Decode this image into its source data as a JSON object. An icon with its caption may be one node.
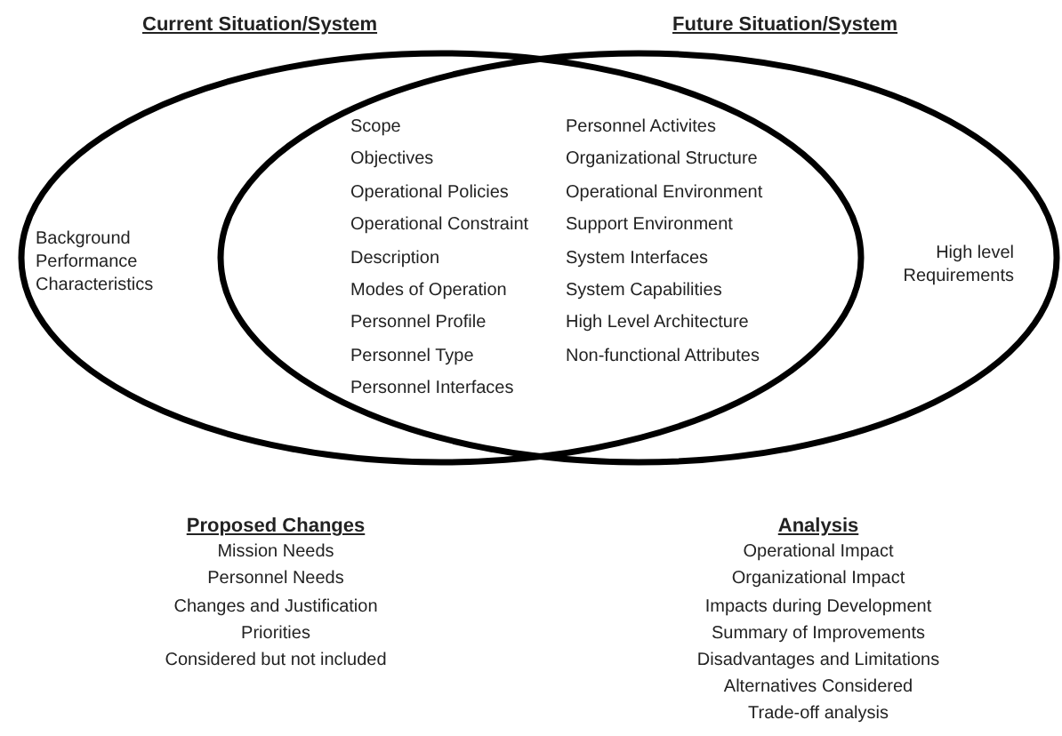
{
  "diagram": {
    "nodes": [
      {
        "text": [
          "Current Situation/System",
          "Background Performance Characteristics"
        ]
      },
      {
        "text": [
          "Future Situation/System",
          "High level Requirements"
        ]
      }
    ],
    "edges": [],
    "labels": [
      "Scope",
      "Objectives",
      "Operational Policies",
      "Operational Constraint",
      "Description",
      "Modes of Operation",
      "Personnel Profile",
      "Personnel Type",
      "Personnel Interfaces",
      "Personnel Activites",
      "Organizational Structure",
      "Operational Environment",
      "Support Environment",
      "System Interfaces",
      "System Capabilities",
      "High Level Architecture",
      "Non-functional Attributes",
      "Proposed Changes",
      "Mission Needs",
      "Personnel Needs",
      "Changes and Justification",
      "Priorities",
      "Considered but not included",
      "Analysis",
      "Operational Impact",
      "Organizational Impact",
      "Impacts during Development",
      "Summary of Improvements",
      "Disadvantages and Limitations",
      "Alternatives Considered",
      "Trade-off analysis"
    ]
  }
}
